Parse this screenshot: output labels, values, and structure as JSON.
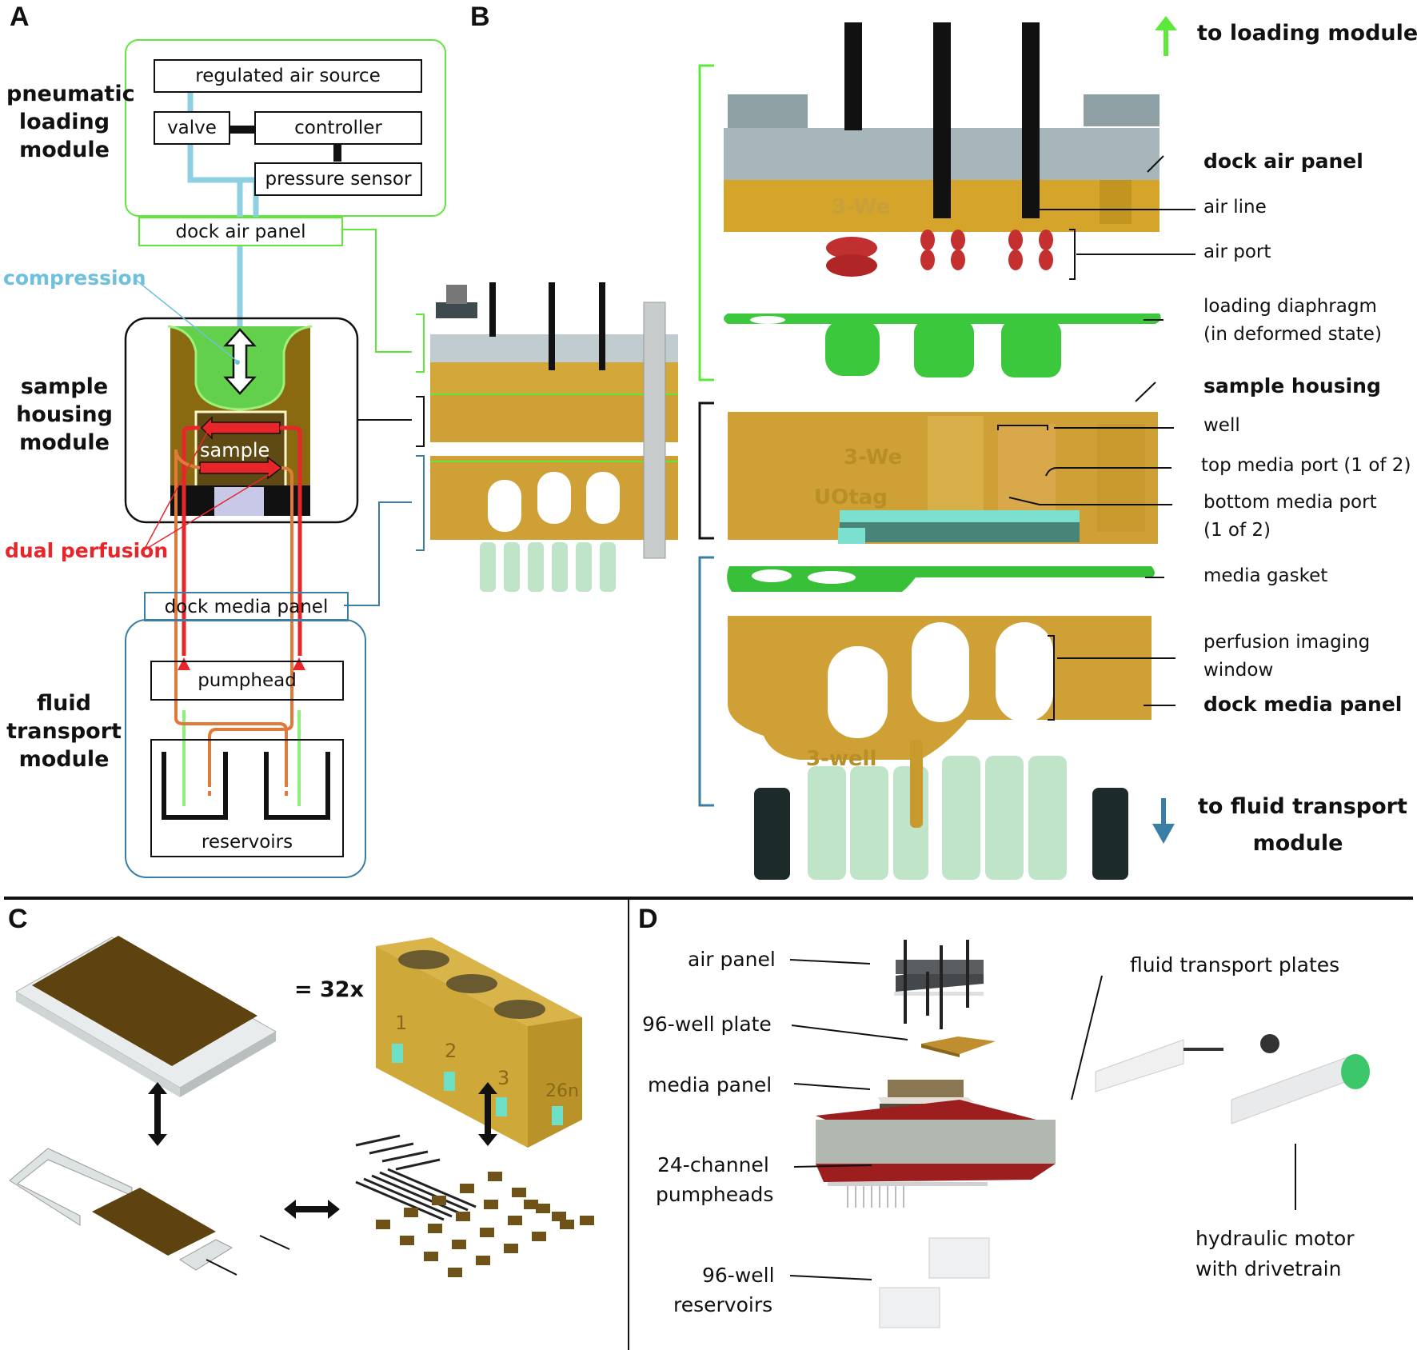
{
  "figure": {
    "panels": [
      "A",
      "B",
      "C",
      "D"
    ]
  },
  "panel_a": {
    "modules": {
      "pneumatic": [
        "pneumatic",
        "loading",
        "module"
      ],
      "sample_housing": [
        "sample",
        "housing",
        "module"
      ],
      "fluid_transport": [
        "fluid",
        "transport",
        "module"
      ]
    },
    "boxes": {
      "air_source": "regulated air source",
      "valve": "valve",
      "controller": "controller",
      "pressure_sensor": "pressure sensor",
      "dock_air_panel": "dock air panel",
      "dock_media_panel": "dock media panel",
      "pumphead": "pumphead",
      "reservoirs": "reservoirs",
      "sample": "sample"
    },
    "annotations": {
      "compression": "compression",
      "dual_perfusion": "dual perfusion"
    },
    "colors": {
      "pneumatic": "#5ee83a",
      "sample": "#111111",
      "fluid": "#3a7fa3",
      "air_line": "#8ecfe0",
      "perfusion": "#e8262a",
      "return_line": "#e07a3a",
      "intake_line": "#8ef07a"
    }
  },
  "panel_b": {
    "top_label": "to  loading module",
    "bottom_label": [
      "to fluid transport",
      "module"
    ],
    "engraving": [
      "3-We",
      "UOtag",
      "3-well"
    ],
    "callouts": [
      {
        "text": "dock air panel",
        "bold": true
      },
      {
        "text": "air line",
        "bold": false
      },
      {
        "text": "air port",
        "bold": false
      },
      {
        "text": "loading diaphragm",
        "bold": false
      },
      {
        "text": "(in deformed state)",
        "bold": false
      },
      {
        "text": "sample housing",
        "bold": true
      },
      {
        "text": "well",
        "bold": false
      },
      {
        "text": "top media port (1 of 2)",
        "bold": false
      },
      {
        "text": "bottom media port",
        "bold": false
      },
      {
        "text": "(1 of 2)",
        "bold": false
      },
      {
        "text": "media gasket",
        "bold": false
      },
      {
        "text": "perfusion imaging",
        "bold": false
      },
      {
        "text": "window",
        "bold": false
      },
      {
        "text": "dock media panel",
        "bold": true
      }
    ]
  },
  "panel_c": {
    "multiplier": "= 32x",
    "block_numbers": [
      "1",
      "2",
      "3",
      "26n"
    ]
  },
  "panel_d": {
    "labels": {
      "air_panel": "air panel",
      "plate_96": "96-well plate",
      "media_panel": "media panel",
      "pumpheads_1": "24-channel",
      "pumpheads_2": "pumpheads",
      "reservoirs_1": "96-well",
      "reservoirs_2": "reservoirs",
      "fluid_plates": "fluid transport plates",
      "motor_1": "hydraulic motor",
      "motor_2": "with drivetrain"
    }
  }
}
